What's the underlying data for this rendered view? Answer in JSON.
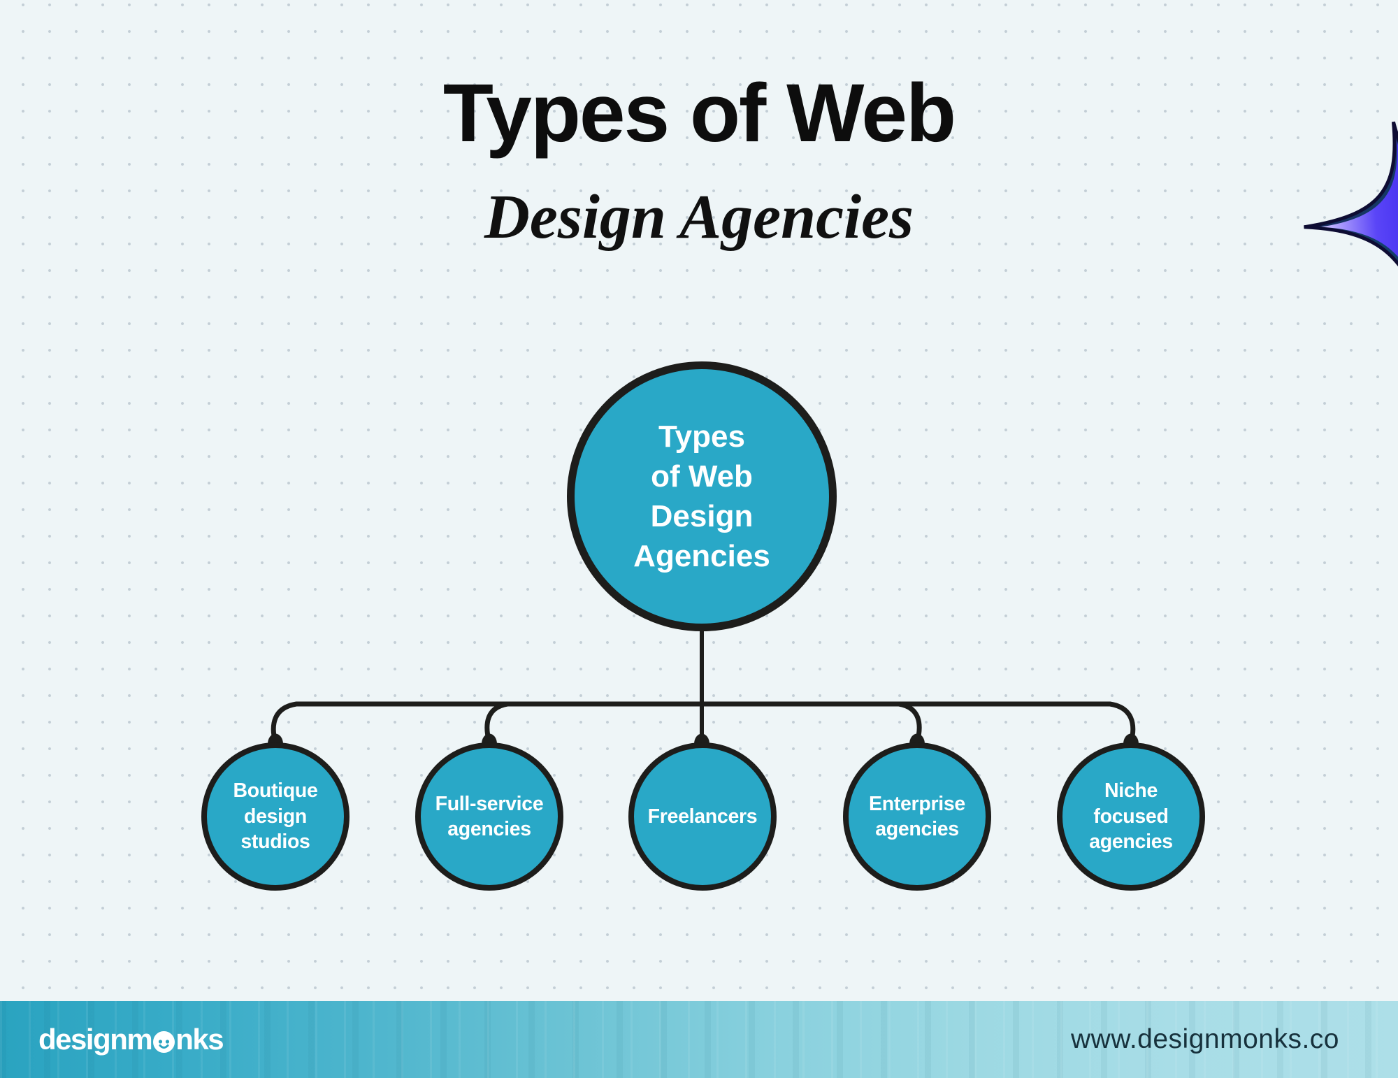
{
  "title": {
    "line1": "Types of Web",
    "line2": "Design Agencies"
  },
  "diagram": {
    "root": {
      "label": "Types of Web Design Agencies",
      "lines": [
        "Types",
        "of Web",
        "Design",
        "Agencies"
      ]
    },
    "children": [
      {
        "label": "Boutique design studios",
        "lines": [
          "Boutique",
          "design",
          "studios"
        ]
      },
      {
        "label": "Full-service agencies",
        "lines": [
          "Full-service",
          "agencies"
        ]
      },
      {
        "label": "Freelancers",
        "lines": [
          "Freelancers"
        ]
      },
      {
        "label": "Enterprise agencies",
        "lines": [
          "Enterprise",
          "agencies"
        ]
      },
      {
        "label": "Niche focused agencies",
        "lines": [
          "Niche",
          "focused",
          "agencies"
        ]
      }
    ]
  },
  "footer": {
    "logo_text": "designmonks",
    "logo_part1": "designm",
    "logo_part2": "nks",
    "url": "www.designmonks.co"
  },
  "icons": {
    "sparkle": "sparkle-icon",
    "monk_face": "monk-face-icon"
  },
  "colors": {
    "background": "#EEF5F7",
    "node_fill": "#29A8C7",
    "node_border": "#1D1D1B",
    "connector": "#1D1D1B",
    "node_text": "#FFFFFF",
    "title_text": "#0D0D0D",
    "bar_gradient_left": "#2AA3C0",
    "bar_gradient_right": "#ADDFE8",
    "footer_url_text": "#17313C",
    "sparkle_blue": "#2B1BE0"
  }
}
